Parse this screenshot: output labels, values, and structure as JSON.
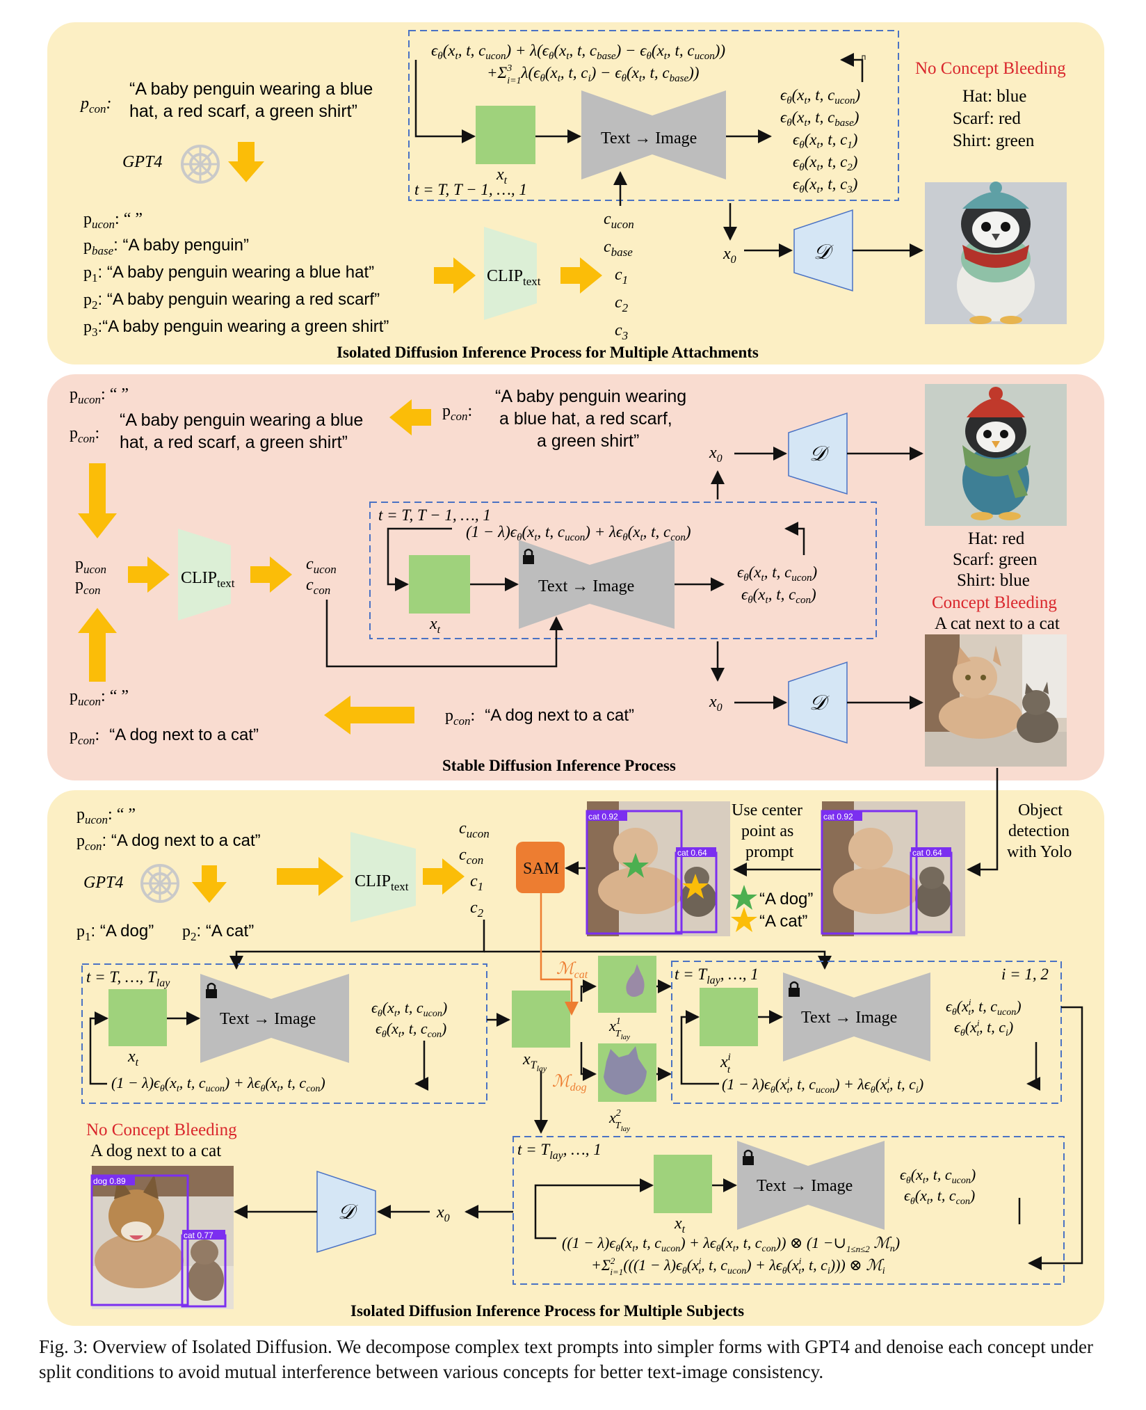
{
  "top": {
    "prompt_label": "p",
    "prompt_sub": "con",
    "prompt_line1": "“A baby penguin wearing a blue",
    "prompt_line2": "hat, a red scarf, a green shirt”",
    "gpt_label": "GPT4",
    "p_ucon": "pucon: “ ”",
    "p_base": "pbase: “A baby penguin”",
    "p1": "p1: “A baby penguin wearing a blue hat”",
    "p2": "p2: “A baby penguin wearing a red scarf”",
    "p3": "p3: “A baby penguin wearing a green shirt”",
    "clip": "CLIPtext",
    "conds": [
      "cucon",
      "cbase",
      "c1",
      "c2",
      "c3"
    ],
    "formula1": "εθ(xt, t, cucon) + λ(εθ(xt, t, cbase) − εθ(xt, t, cucon))",
    "formula2": "+Σ³ᵢ₌₁ λ(εθ(xt, t, ci) − εθ(xt, t, cbase))",
    "xt": "xt",
    "t_range": "t = T, T − 1, …, 1",
    "unet": "Text → Image",
    "outputs": [
      "εθ(xt, t, cucon)",
      "εθ(xt, t, cbase)",
      "εθ(xt, t, c1)",
      "εθ(xt, t, c2)",
      "εθ(xt, t, c3)"
    ],
    "x0": "x0",
    "decoder": "𝒟",
    "no_bleed": "No Concept Bleeding",
    "attrs": [
      "Hat: blue",
      "Scarf: red",
      "Shirt: green"
    ],
    "title": "Isolated Diffusion Inference Process for Multiple Attachments"
  },
  "mid": {
    "p_ucon": "pucon: “ ”",
    "p_con_label": "pcon:",
    "p_con_line1": "“A baby penguin wearing a blue",
    "p_con_line2": "hat, a red scarf, a green shirt”",
    "right_label": "pcon:",
    "right_line1": "“A baby penguin wearing",
    "right_line2": "a blue hat, a red scarf,",
    "right_line3": "a green shirt”",
    "p_stack1": "pucon",
    "p_stack2": "pcon",
    "clip": "CLIPtext",
    "c_stack1": "cucon",
    "c_stack2": "ccon",
    "t_range": "t = T, T − 1, …, 1",
    "formula": "(1 − λ)εθ(xt, t, cucon) + λεθ(xt, t, ccon)",
    "xt": "xt",
    "unet": "Text → Image",
    "out1": "εθ(xt, t, cucon)",
    "out2": "εθ(xt, t, ccon)",
    "x0a": "x0",
    "x0b": "x0",
    "decoder": "𝒟",
    "attrs": [
      "Hat: red",
      "Scarf: green",
      "Shirt: blue"
    ],
    "bleed": "Concept Bleeding",
    "cat_caption": "A cat next to a cat",
    "bottom_ucon": "pucon: “ ”",
    "bottom_con": "pcon:   “A dog next to a cat”",
    "dog_prompt": "pcon:   “A dog next to a cat”",
    "title": "Stable Diffusion Inference Process"
  },
  "bot": {
    "p_ucon": "pucon: “ ”",
    "p_con": "pcon: “A dog next to a cat”",
    "gpt_label": "GPT4",
    "p1": "p1: “A dog”",
    "p2": "p2: “A cat”",
    "clip": "CLIPtext",
    "conds": [
      "cucon",
      "ccon",
      "c1",
      "c2"
    ],
    "sam": "SAM",
    "center_note": [
      "Use center",
      "point as",
      "prompt"
    ],
    "det_note": [
      "Object",
      "detection",
      "with Yolo"
    ],
    "star_dog": "“A dog”",
    "star_cat": "“A cat”",
    "det_cat": "cat 0.92",
    "det_cat2": "cat 0.64",
    "t1": "t = T, …, Tlay",
    "unet": "Text → Image",
    "out_a1": "εθ(xt, t, cucon)",
    "out_a2": "εθ(xt, t, ccon)",
    "form_a": "(1 − λ)εθ(xt, t, cucon) + λεθ(xt, t, ccon)",
    "xt": "xt",
    "xtlay": "xTlay",
    "m_cat": "ℳcat",
    "m_dog": "ℳdog",
    "x1": "x¹Tlay",
    "x2": "x²Tlay",
    "t2": "t = Tlay, …, 1",
    "i_range": "i = 1, 2",
    "xit": "xᵢt",
    "out_b1": "εθ(xⁱt, t, cucon)",
    "out_b2": "εθ(xⁱt, t, ci)",
    "form_b": "(1 − λ)εθ(xⁱt, t, cucon) + λεθ(xⁱt, t, ci)",
    "t3": "t = Tlay, …, 1",
    "out_c1": "εθ(xt, t, cucon)",
    "out_c2": "εθ(xt, t, ccon)",
    "form_c1": "((1 − λ)εθ(xt, t, cucon) + λεθ(xt, t, ccon)) ⊗ (1 −∪1≤n≤2 ℳn)",
    "form_c2": "+Σ²ᵢ₌₁(((1 − λ)εθ(xⁱt, t, cucon) + λεθ(xⁱt, t, ci))) ⊗ ℳi",
    "x0": "x0",
    "decoder": "𝒟",
    "no_bleed": "No Concept Bleeding",
    "dog_caption": "A dog next to a cat",
    "det_dog": "dog 0.89",
    "det_cat3": "cat 0.77",
    "title": "Isolated Diffusion Inference Process for Multiple Subjects"
  },
  "caption": "Fig. 3: Overview of Isolated Diffusion. We decompose complex text prompts into simpler forms with GPT4 and denoise each concept under split conditions to avoid mutual interference between various concepts for better text-image consistency.",
  "colors": {
    "panel_yellow": "#fcefc4",
    "panel_pink": "#f9dcd0",
    "arrow_yellow": "#fbbd08",
    "green_block": "#9fd27c",
    "unet_gray": "#bdbdbd",
    "decoder_blue": "#d5e6f5",
    "clip_green": "#dcefd6",
    "sam_orange": "#ed7d31",
    "red_text": "#d9262c",
    "dashed_blue": "#4a72c4"
  }
}
